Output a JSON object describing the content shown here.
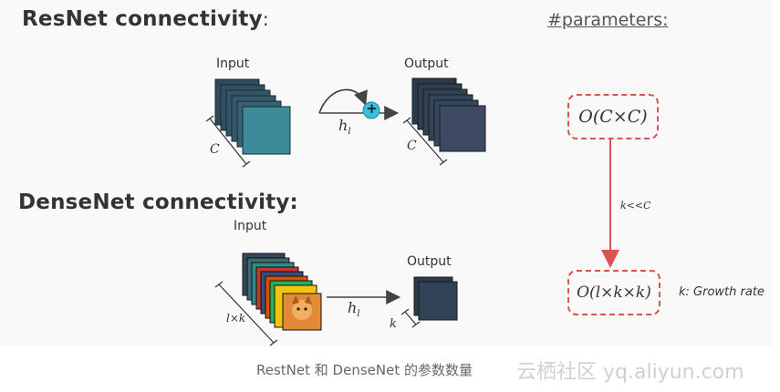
{
  "resnet": {
    "title": "ResNet connectivity",
    "title_colon": ":",
    "input_label": "Input",
    "output_label": "Output",
    "dim_input": "C",
    "dim_output": "C",
    "op_label": "h",
    "op_sub": "l",
    "plus_symbol": "+"
  },
  "densenet": {
    "title": "DenseNet connectivity:",
    "input_label": "Input",
    "output_label": "Output",
    "dim_input": "l×k",
    "dim_output": "k",
    "op_label": "h",
    "op_sub": "l"
  },
  "params": {
    "heading": "#parameters:",
    "resnet_formula": "O(C×C)",
    "arrow_label": "k<<C",
    "densenet_formula": "O(l×k×k)",
    "growth_note": "k: Growth rate"
  },
  "caption": "RestNet 和 DenseNet 的参数数量",
  "watermark": "云栖社区 yq.aliyun.com",
  "colors": {
    "feature_map": "#3e5a6e",
    "feature_map_front": "#3d8a98",
    "accent_red": "#d9534f",
    "plus_circle": "#3bbfd6"
  }
}
